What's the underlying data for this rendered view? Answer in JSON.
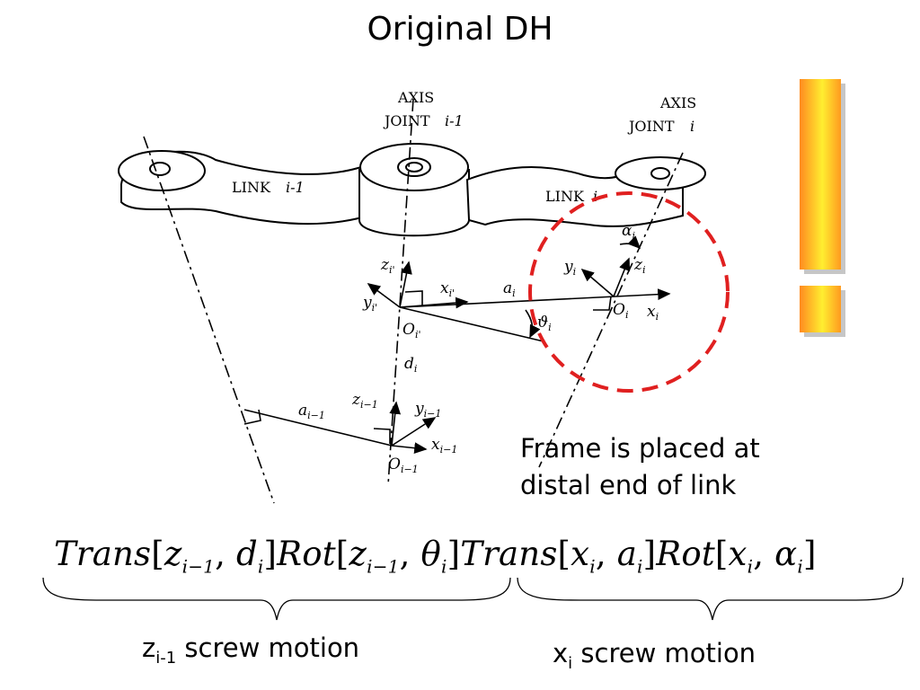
{
  "title": "Original DH",
  "labels": {
    "axis_joint_prev": [
      "AXIS",
      "JOINT"
    ],
    "axis_joint_prev_index": "i-1",
    "axis_joint_cur": [
      "AXIS",
      "JOINT"
    ],
    "axis_joint_cur_index": "i",
    "link_prev": "LINK",
    "link_prev_index": "i-1",
    "link_cur": "LINK",
    "link_cur_index": "i"
  },
  "frame_note": [
    "Frame is placed at",
    "distal end of link"
  ],
  "formula": {
    "trans": "Trans",
    "rot": "Rot",
    "z": "z",
    "x": "x",
    "d": "d",
    "a": "a",
    "theta": "θ",
    "alpha": "α",
    "sub_prev": "i−1",
    "sub_i": "i"
  },
  "captions": {
    "left_var": "z",
    "left_sub": "i-1",
    "left_text": " screw motion",
    "right_var": "x",
    "right_sub": "i",
    "right_text": " screw motion"
  },
  "colors": {
    "dashed_circle": "#e02020",
    "exclaim_top": "#ff8a20",
    "exclaim_mid": "#ffee30",
    "exclaim_bottom": "#ff8a20"
  },
  "icons": {
    "exclamation": "exclamation-mark-icon"
  }
}
